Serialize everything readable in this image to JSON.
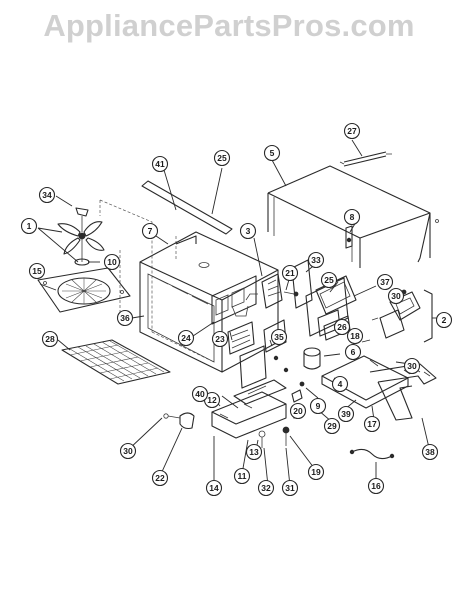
{
  "watermark": "AppliancePartsPros.com",
  "callouts": [
    {
      "id": "c1",
      "label": "1"
    },
    {
      "id": "c2",
      "label": "2"
    },
    {
      "id": "c3",
      "label": "3"
    },
    {
      "id": "c4",
      "label": "4"
    },
    {
      "id": "c5",
      "label": "5"
    },
    {
      "id": "c6",
      "label": "6"
    },
    {
      "id": "c7",
      "label": "7"
    },
    {
      "id": "c8",
      "label": "8"
    },
    {
      "id": "c9",
      "label": "9"
    },
    {
      "id": "c10",
      "label": "10"
    },
    {
      "id": "c11",
      "label": "11"
    },
    {
      "id": "c12",
      "label": "12"
    },
    {
      "id": "c13",
      "label": "13"
    },
    {
      "id": "c14",
      "label": "14"
    },
    {
      "id": "c15",
      "label": "15"
    },
    {
      "id": "c16",
      "label": "16"
    },
    {
      "id": "c17",
      "label": "17"
    },
    {
      "id": "c18",
      "label": "18"
    },
    {
      "id": "c19",
      "label": "19"
    },
    {
      "id": "c20",
      "label": "20"
    },
    {
      "id": "c21",
      "label": "21"
    },
    {
      "id": "c22",
      "label": "22"
    },
    {
      "id": "c23",
      "label": "23"
    },
    {
      "id": "c24",
      "label": "24"
    },
    {
      "id": "c25a",
      "label": "25"
    },
    {
      "id": "c25b",
      "label": "25"
    },
    {
      "id": "c26",
      "label": "26"
    },
    {
      "id": "c27",
      "label": "27"
    },
    {
      "id": "c28",
      "label": "28"
    },
    {
      "id": "c29",
      "label": "29"
    },
    {
      "id": "c30a",
      "label": "30"
    },
    {
      "id": "c30b",
      "label": "30"
    },
    {
      "id": "c30c",
      "label": "30"
    },
    {
      "id": "c31",
      "label": "31"
    },
    {
      "id": "c32",
      "label": "32"
    },
    {
      "id": "c33",
      "label": "33"
    },
    {
      "id": "c34",
      "label": "34"
    },
    {
      "id": "c35",
      "label": "35"
    },
    {
      "id": "c36",
      "label": "36"
    },
    {
      "id": "c37",
      "label": "37"
    },
    {
      "id": "c38",
      "label": "38"
    },
    {
      "id": "c39",
      "label": "39"
    },
    {
      "id": "c40",
      "label": "40"
    },
    {
      "id": "c41",
      "label": "41"
    }
  ]
}
